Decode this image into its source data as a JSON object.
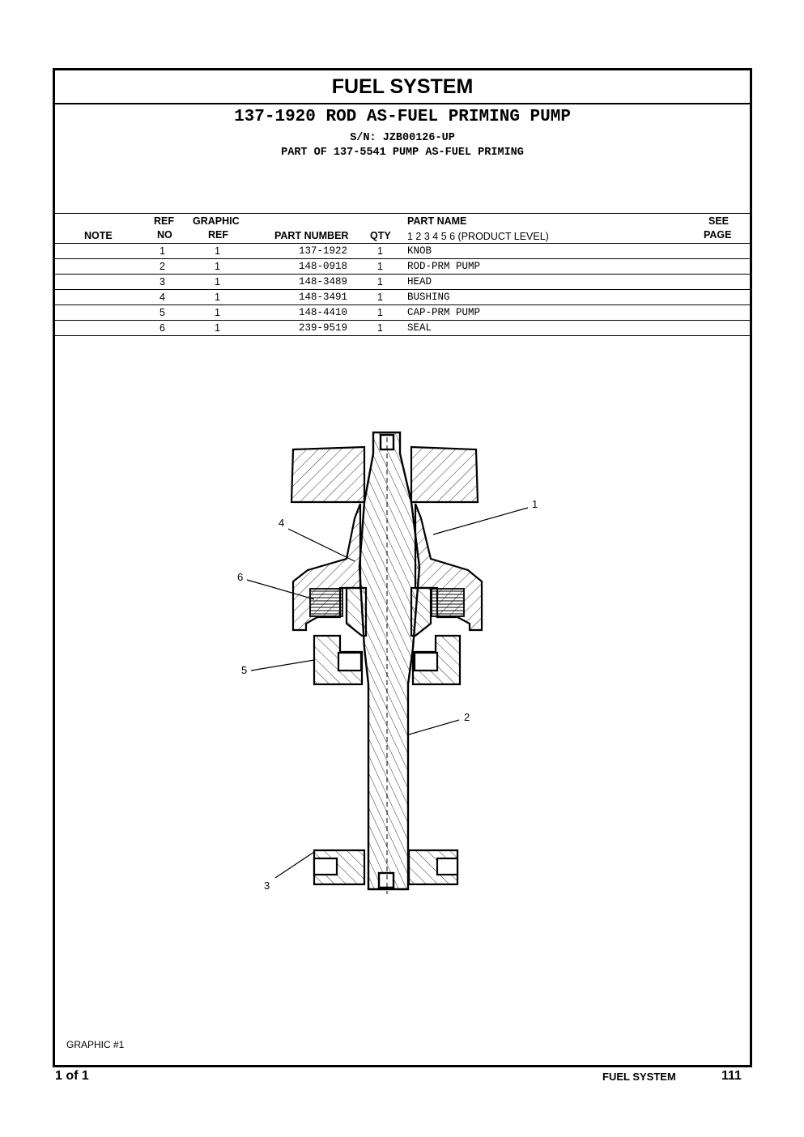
{
  "header": {
    "section_title": "FUEL SYSTEM",
    "part_title": "137-1920 ROD AS-FUEL PRIMING PUMP",
    "serial": "S/N: JZB00126-UP",
    "part_of": "PART OF 137-5541 PUMP AS-FUEL PRIMING"
  },
  "table": {
    "columns": {
      "note": "NOTE",
      "ref_no_1": "REF",
      "ref_no_2": "NO",
      "graphic_ref_1": "GRAPHIC",
      "graphic_ref_2": "REF",
      "part_number": "PART NUMBER",
      "qty": "QTY",
      "part_name": "PART NAME",
      "product_level": "1 2 3 4 5 6 (PRODUCT LEVEL)",
      "see_page_1": "SEE",
      "see_page_2": "PAGE"
    },
    "rows": [
      {
        "ref_no": "1",
        "graphic_ref": "1",
        "part_number": "137-1922",
        "qty": "1",
        "part_name": "KNOB"
      },
      {
        "ref_no": "2",
        "graphic_ref": "1",
        "part_number": "148-0918",
        "qty": "1",
        "part_name": "ROD-PRM PUMP"
      },
      {
        "ref_no": "3",
        "graphic_ref": "1",
        "part_number": "148-3489",
        "qty": "1",
        "part_name": "HEAD"
      },
      {
        "ref_no": "4",
        "graphic_ref": "1",
        "part_number": "148-3491",
        "qty": "1",
        "part_name": "BUSHING"
      },
      {
        "ref_no": "5",
        "graphic_ref": "1",
        "part_number": "148-4410",
        "qty": "1",
        "part_name": "CAP-PRM PUMP"
      },
      {
        "ref_no": "6",
        "graphic_ref": "1",
        "part_number": "239-9519",
        "qty": "1",
        "part_name": "SEAL"
      }
    ]
  },
  "drawing": {
    "callouts": [
      "1",
      "2",
      "3",
      "4",
      "5",
      "6"
    ]
  },
  "graphic_label": "GRAPHIC #1",
  "footer": {
    "page_of": "1 of 1",
    "section": "FUEL SYSTEM",
    "page_number": "111"
  }
}
